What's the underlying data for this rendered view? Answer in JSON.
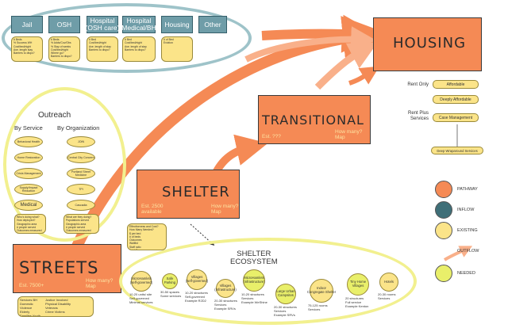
{
  "colors": {
    "pathway": "#f58a55",
    "inflow": "#3f6f78",
    "existing": "#fbe489",
    "outflow": "#f9b08a",
    "needed": "#e9ef6a"
  },
  "sources": [
    {
      "label": "Jail",
      "note": "# Beds\n% Success WH\nCost/bed/night\nAve. length stay\nBarriers to dispo?"
    },
    {
      "label": "OSH",
      "note": "# Beds\n% Adds/Cov/Obs\n% Stay of weeks\nCost/bed/night\nWhere go?\nBarriers to dispo?"
    },
    {
      "label": "Hospital\n(OSH care)",
      "note": "# Bed\nCost/bed/night\nAve. length of stay\nBarriers to dispo?"
    },
    {
      "label": "Hospital\n(Medical/BH)",
      "note": "# Bed\nCost/bed/night\nAve. length of stay\nBarriers to dispo?"
    },
    {
      "label": "Housing",
      "note": "# of Bed\nEviction"
    },
    {
      "label": "Other",
      "note": ""
    }
  ],
  "outreach": {
    "title": "Outreach",
    "by_service": "By Service",
    "by_org": "By Organization",
    "service_items": [
      "Behavioral Health",
      "Home Restoration",
      "Crisis Management",
      "Supply/Impact Reduction",
      "Medical"
    ],
    "org_items": [
      "JOIN",
      "Central City Concern",
      "Portland Street Medicine",
      "TPI",
      "Cascadia"
    ],
    "note_left": "Who's doing what?\nHow deployed?\nGeographic area\n# people served\nOutcomes measured",
    "note_right": "What are they doing?\nPopulations served\nGeographic area\n# people served\nOutcomes measured"
  },
  "stages": {
    "streets": {
      "title": "STREETS",
      "est": "Est. 7500+",
      "how": "How many?\nMap",
      "populations": "Services BH\nDomestic\nViolence\nElderly\nFamilies Youth",
      "populations2": "Justice Involved\nPhysical Disability\nVeterans\nCrime Victims"
    },
    "shelter": {
      "title": "SHELTER",
      "est": "Est. 2500\navailable",
      "how": "How many?\nMap",
      "note": "Effectiveness and Cost?\nHow Many Needed?\n$ per bed\n# of beds\nOutcomes\nWaitlist\nStaff ratio\nTotal $ per year"
    },
    "transitional": {
      "title": "TRANSITIONAL",
      "est": "Est. ???",
      "how": "How many?\nMap"
    },
    "housing": {
      "title": "HOUSING"
    }
  },
  "housing_options": {
    "rent_only": "Rent Only",
    "rent_plus": "Rent Plus\nServices",
    "pills": [
      "Affordable",
      "Deeply Affordable",
      "Case Management",
      "Deep Wraparound Services"
    ]
  },
  "ecosystem": {
    "title": "SHELTER\nECOSYSTEM",
    "items": [
      {
        "name": "MicroHamlets\n(self-governed)",
        "caption": "10-20 units/ site\nSelf-governed\nMinimal services"
      },
      {
        "name": "Safe\nParking",
        "caption": "30-50 spaces\nSome services"
      },
      {
        "name": "Villages\n(self-governed)",
        "caption": "10-20 structures\nSelf-governed\nExample R2D2"
      },
      {
        "name": "Villages\n(Infrastructure)",
        "caption": "20-30 structures\nServices\nExample SRVs"
      },
      {
        "name": "MicroHamlets\n(infrastructure)",
        "caption": "10-20 structures\nServices\nExample WeShine"
      },
      {
        "name": "Large Urban\nCampsites",
        "caption": "20-30 structures\nServices\nExample SRVs"
      },
      {
        "name": "Indoor\nCongregate Shelter",
        "caption": "75-125 rooms\nServices"
      },
      {
        "name": "Tiny Home\nVillages",
        "caption": "20 structures\nFull service\nExample Kenton"
      },
      {
        "name": "Hotels",
        "caption": "20-30 rooms\nServices"
      }
    ]
  },
  "legend": [
    {
      "label": "PATHWAY",
      "color_key": "pathway"
    },
    {
      "label": "INFLOW",
      "color_key": "inflow"
    },
    {
      "label": "EXISTING",
      "color_key": "existing"
    },
    {
      "label": "OUTFLOW",
      "color_key": "outflow"
    },
    {
      "label": "NEEDED",
      "color_key": "needed"
    }
  ]
}
